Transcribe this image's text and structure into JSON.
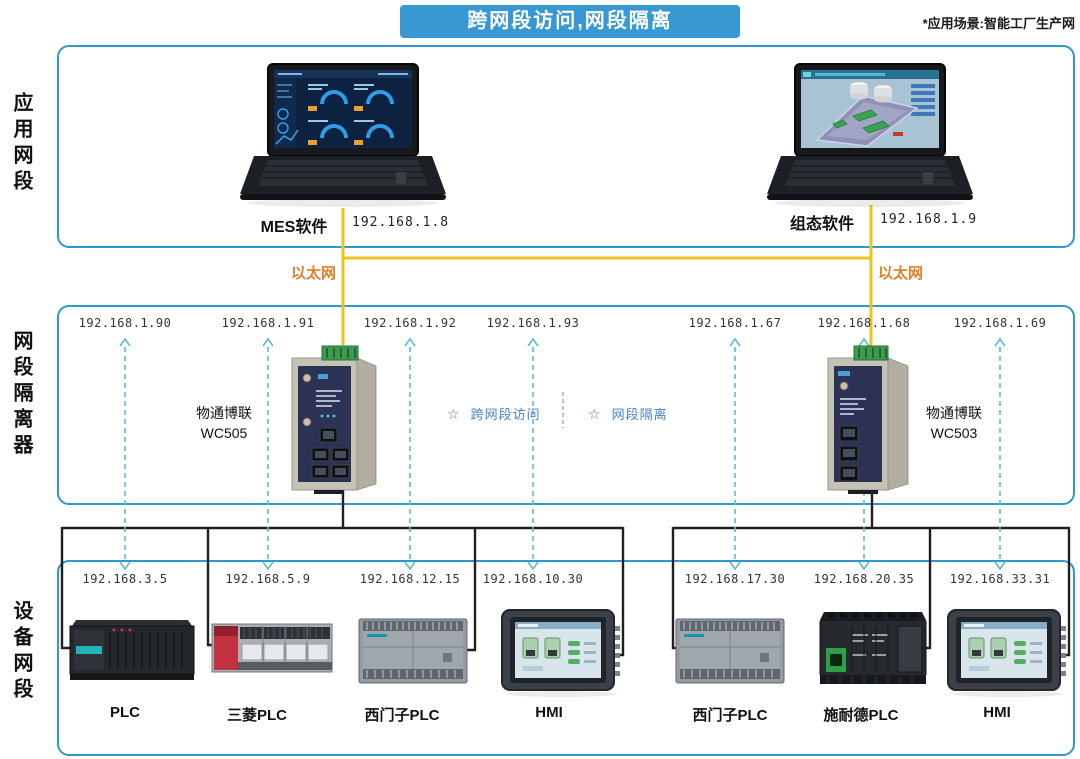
{
  "banner": {
    "title": "跨网段访问,网段隔离"
  },
  "note": "*应用场景:智能工厂生产网",
  "sections": {
    "app": "应用网段",
    "isolator": "网段隔离器",
    "device": "设备网段"
  },
  "app_segment": {
    "laptops": [
      {
        "name": "MES软件",
        "ip": "192.168.1.8"
      },
      {
        "name": "组态软件",
        "ip": "192.168.1.9"
      }
    ],
    "ethernet_left": "以太网",
    "ethernet_right": "以太网"
  },
  "isolator_segment": {
    "lan_ips": [
      "192.168.1.90",
      "192.168.1.91",
      "192.168.1.92",
      "192.168.1.93",
      "192.168.1.67",
      "192.168.1.68",
      "192.168.1.69"
    ],
    "gateways": [
      {
        "brand": "物通博联",
        "model": "WC505"
      },
      {
        "brand": "物通博联",
        "model": "WC503"
      }
    ],
    "features": [
      {
        "icon": "☆",
        "text": "跨网段访问"
      },
      {
        "icon": "☆",
        "text": "网段隔离"
      }
    ]
  },
  "device_segment": {
    "devices": [
      {
        "ip": "192.168.3.5",
        "label": "PLC"
      },
      {
        "ip": "192.168.5.9",
        "label": "三菱PLC"
      },
      {
        "ip": "192.168.12.15",
        "label": "西门子PLC"
      },
      {
        "ip": "192.168.10.30",
        "label": "HMI"
      },
      {
        "ip": "192.168.17.30",
        "label": "西门子PLC"
      },
      {
        "ip": "192.168.20.35",
        "label": "施耐德PLC"
      },
      {
        "ip": "192.168.33.31",
        "label": "HMI"
      }
    ]
  },
  "colors": {
    "banner_bg": "#3898d2",
    "section_border": "#2e97cc",
    "ethernet_yellow": "#eec41c",
    "ethernet_orange": "#e07f28",
    "arrow_cyan": "#57bdd6",
    "feature_blue": "#4a82c4",
    "line_black": "#1f1f1f"
  }
}
